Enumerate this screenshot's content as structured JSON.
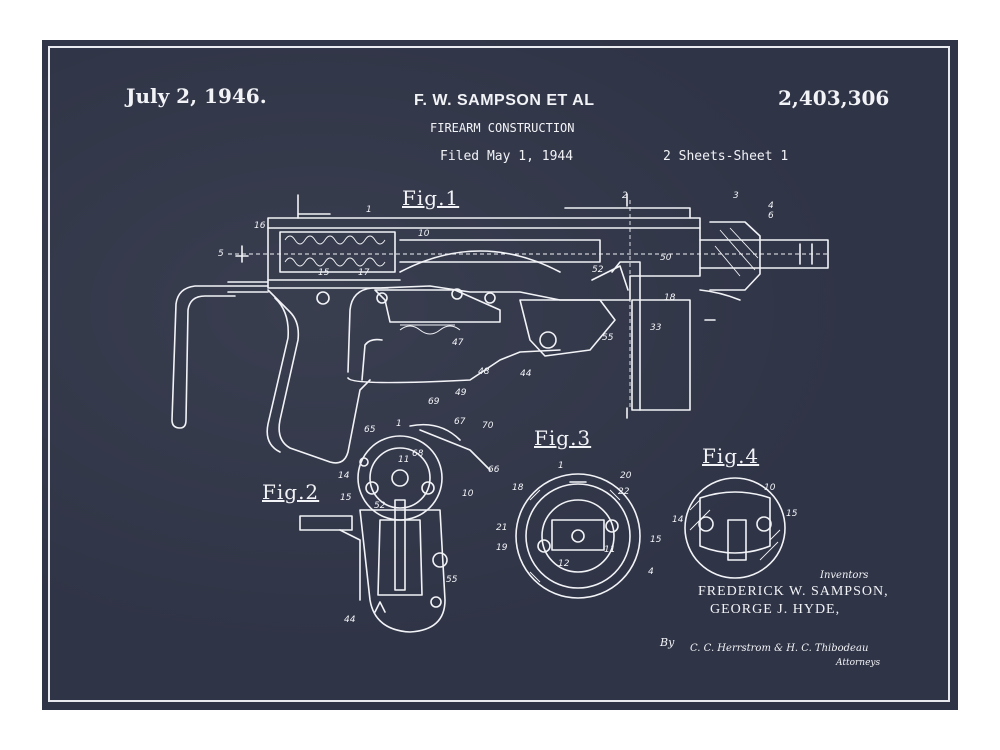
{
  "header": {
    "date": "July 2, 1946.",
    "inventor_short": "F. W. SAMPSON ET AL",
    "patent_number": "2,403,306",
    "title": "FIREARM CONSTRUCTION",
    "filed": "Filed May 1, 1944",
    "sheets": "2 Sheets-Sheet 1"
  },
  "figures": {
    "fig1": "Fig.1",
    "fig2": "Fig.2",
    "fig3": "Fig.3",
    "fig4": "Fig.4"
  },
  "footer": {
    "inventors_label": "Inventors",
    "inventor_1": "FREDERICK W. SAMPSON,",
    "inventor_2": "GEORGE J. HYDE,",
    "by": "By",
    "attorneys_names": "C. C. Herrstrom & H. C. Thibodeau",
    "attorneys_label": "Attorneys"
  },
  "colors": {
    "board": "#2f3446",
    "ink": "#f2f3f7",
    "frame": "#ffffff"
  },
  "reference_numerals": {
    "fig1": [
      "1",
      "16",
      "5",
      "15",
      "17",
      "10",
      "52",
      "50",
      "18",
      "33",
      "55",
      "47",
      "48",
      "44",
      "49",
      "3",
      "4",
      "6",
      "2"
    ],
    "fig2": [
      "65",
      "1",
      "69",
      "67",
      "70",
      "68",
      "11",
      "14",
      "15",
      "10",
      "66",
      "52",
      "55",
      "44"
    ],
    "fig3": [
      "1",
      "20",
      "18",
      "22",
      "21",
      "19",
      "15",
      "12",
      "11",
      "4"
    ],
    "fig4": [
      "10",
      "15",
      "14"
    ]
  }
}
